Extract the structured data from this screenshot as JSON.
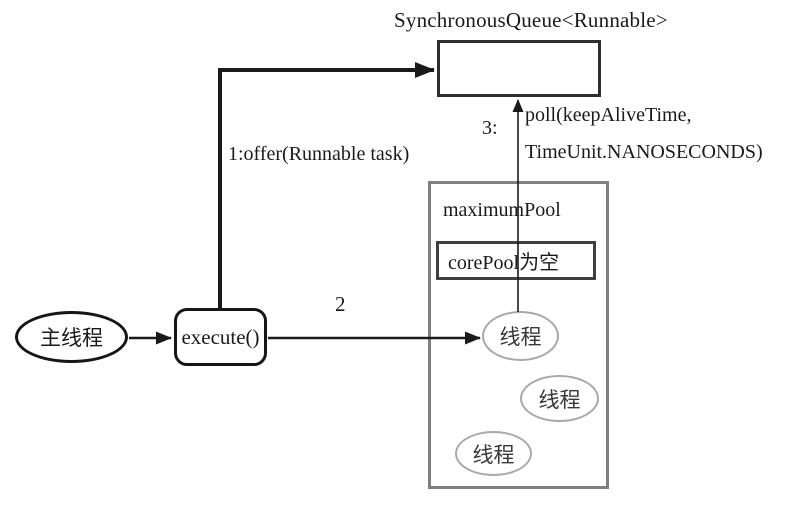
{
  "diagram": {
    "queue_title": "SynchronousQueue<Runnable>",
    "labels": {
      "offer": "1:offer(Runnable task)",
      "step2": "2",
      "step3": "3:",
      "poll_line1": "poll(keepAliveTime,",
      "poll_line2": "TimeUnit.NANOSECONDS)"
    },
    "nodes": {
      "main_thread": "主线程",
      "execute": "execute()",
      "maximum_pool": "maximumPool",
      "core_pool": "corePool为空"
    },
    "threads": [
      "线程",
      "线程",
      "线程"
    ],
    "connectors": [
      "offer-arrow",
      "main-to-execute-arrow",
      "execute-to-thread-arrow",
      "poll-arrow"
    ],
    "colors": {
      "line": "#1a1a1a",
      "pool_border": "#808080",
      "core_pool_border": "#404040",
      "queue_border": "#2e2e2e",
      "thread_ellipse_border": "#a9a9a9",
      "text": "#1a1a1a"
    }
  }
}
